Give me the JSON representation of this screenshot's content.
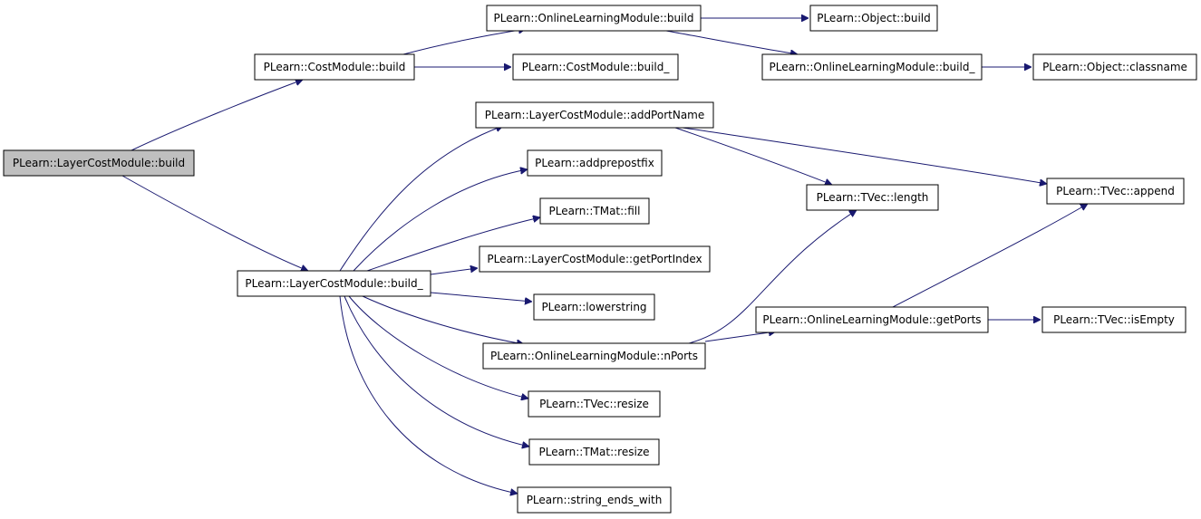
{
  "diagram": {
    "colors": {
      "edge": "#191970",
      "root_fill": "#bfbfbf",
      "node_fill": "#ffffff",
      "node_stroke": "#000000"
    },
    "nodes": [
      {
        "id": "n_root",
        "label": "PLearn::LayerCostModule::build",
        "root": true
      },
      {
        "id": "n_costbuild",
        "label": "PLearn::CostModule::build"
      },
      {
        "id": "n_olmbuild",
        "label": "PLearn::OnlineLearningModule::build"
      },
      {
        "id": "n_objbuild",
        "label": "PLearn::Object::build"
      },
      {
        "id": "n_costbuild_",
        "label": "PLearn::CostModule::build_"
      },
      {
        "id": "n_olmbuild_",
        "label": "PLearn::OnlineLearningModule::build_"
      },
      {
        "id": "n_classname",
        "label": "PLearn::Object::classname"
      },
      {
        "id": "n_lcmbuild_",
        "label": "PLearn::LayerCostModule::build_"
      },
      {
        "id": "n_addport",
        "label": "PLearn::LayerCostModule::addPortName"
      },
      {
        "id": "n_addprepost",
        "label": "PLearn::addprepostfix"
      },
      {
        "id": "n_fill",
        "label": "PLearn::TMat::fill"
      },
      {
        "id": "n_getportindex",
        "label": "PLearn::LayerCostModule::getPortIndex"
      },
      {
        "id": "n_lower",
        "label": "PLearn::lowerstring"
      },
      {
        "id": "n_nports",
        "label": "PLearn::OnlineLearningModule::nPorts"
      },
      {
        "id": "n_tvecresize",
        "label": "PLearn::TVec::resize"
      },
      {
        "id": "n_tmatresize",
        "label": "PLearn::TMat::resize"
      },
      {
        "id": "n_strends",
        "label": "PLearn::string_ends_with"
      },
      {
        "id": "n_length",
        "label": "PLearn::TVec::length"
      },
      {
        "id": "n_append",
        "label": "PLearn::TVec::append"
      },
      {
        "id": "n_getports",
        "label": "PLearn::OnlineLearningModule::getPorts"
      },
      {
        "id": "n_isempty",
        "label": "PLearn::TVec::isEmpty"
      }
    ]
  }
}
